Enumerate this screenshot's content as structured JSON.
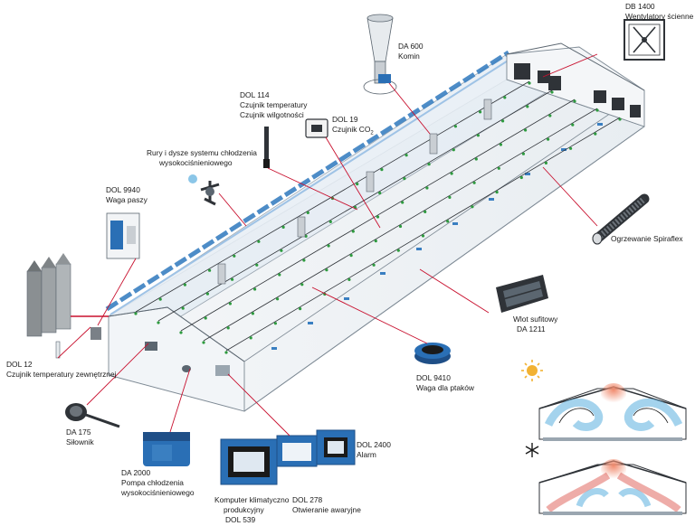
{
  "labels": {
    "db1400": {
      "line1": "DB 1400",
      "line2": "Wentylatory ścienne"
    },
    "da600": {
      "line1": "DA 600",
      "line2": "Komin"
    },
    "dol114": {
      "line1": "DOL 114",
      "line2": "Czujnik temperatury",
      "line3": "Czujnik wilgotności"
    },
    "dol19": {
      "line1": "DOL 19",
      "line2": "Czujnik CO",
      "sub": "2"
    },
    "rury": {
      "line1": "Rury i dysze systemu chłodzenia",
      "line2": "wysokociśnieniowego"
    },
    "dol9940": {
      "line1": "DOL 9940",
      "line2": "Waga paszy"
    },
    "spiraflex": {
      "line1": "Ogrzewanie Spiraflex"
    },
    "wlot": {
      "line1": "Wlot sufitowy",
      "line2": "DA 1211"
    },
    "dol12": {
      "line1": "DOL 12",
      "line2": "Czujnik temperatury zewnętrznej"
    },
    "dol9410": {
      "line1": "DOL 9410",
      "line2": "Waga dla ptaków"
    },
    "da175": {
      "line1": "DA 175",
      "line2": "Siłownik"
    },
    "da2000": {
      "line1": "DA 2000",
      "line2": "Pompa chłodzenia",
      "line3": "wysokociśnieniowego"
    },
    "dol2400": {
      "line1": "DOL 2400",
      "line2": "Alarm"
    },
    "komputer": {
      "line1": "Komputer klimatyczno",
      "line2": "produkcyjny",
      "line3": "DOL 539"
    },
    "dol278": {
      "line1": "DOL 278",
      "line2": "Otwieranie awaryjne"
    }
  },
  "icons": {
    "sun": "sun-icon",
    "snow": "snowflake-icon"
  },
  "colors": {
    "leader": "#c8102e",
    "roof_blue": "#3a7fc1",
    "device_blue": "#2a6fb5",
    "feed_green": "#2e9b3f",
    "silo": "#8a8f92",
    "airflow_red": "#d9473d",
    "airflow_blue": "#5aaede"
  }
}
